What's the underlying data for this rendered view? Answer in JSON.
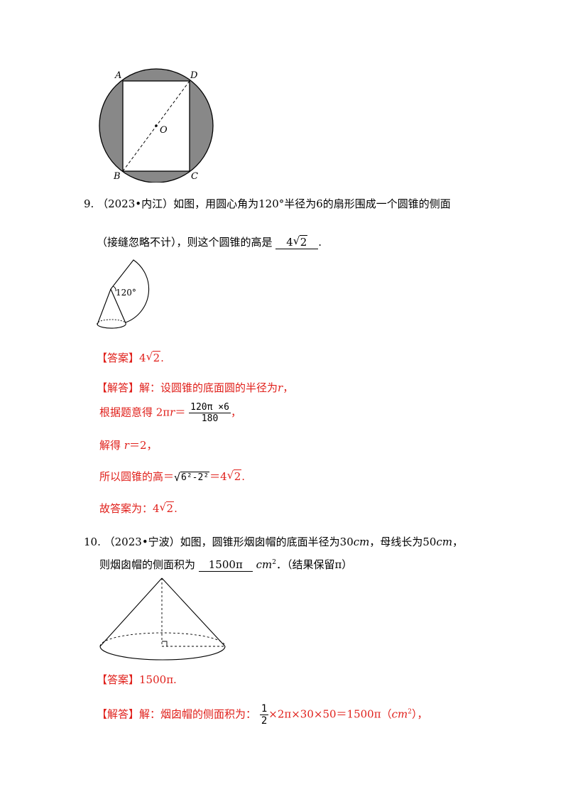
{
  "fig8": {
    "label_a": "A",
    "label_b": "B",
    "label_c": "C",
    "label_d": "D",
    "label_o": "O"
  },
  "q9": {
    "number": "9.",
    "source": "（2023•内江）",
    "text1": "如图，用圆心角为120°半径为6的扇形围成一个圆锥的侧面",
    "text2": "（接缝忽略不计），则这个圆锥的高是",
    "answer_coef": "4",
    "answer_rad": "2",
    "end": ".",
    "fig_angle": "120°",
    "ans_tag": "【答案】",
    "ans_val_coef": "4",
    "ans_val_rad": "2",
    "ans_end": ".",
    "sol_tag": "【解答】",
    "sol_l1": "解：设圆锥的底面圆的半径为",
    "sol_l1_var": "r",
    "sol_l1_end": "，",
    "sol_l2_pre": "根据题意得 2π",
    "sol_l2_var": "r",
    "sol_l2_eq": "＝",
    "sol_l2_num": "120π ×6",
    "sol_l2_den": "180",
    "sol_l2_end": "，",
    "sol_l3_pre": "解得",
    "sol_l3_var": "r",
    "sol_l3_rest": "＝2，",
    "sol_l4_pre": "所以圆锥的高＝",
    "sol_l4_rad": "6²-2²",
    "sol_l4_eq": "＝4",
    "sol_l4_rad2": "2",
    "sol_l4_end": ".",
    "sol_l5_pre": "故答案为：4",
    "sol_l5_rad": "2",
    "sol_l5_end": "."
  },
  "q10": {
    "number": "10.",
    "source": "（2023•宁波）",
    "text1": "如图，圆锥形烟囱帽的底面半径为30",
    "unit1": "cm",
    "text1b": "，母线长为50",
    "unit2": "cm",
    "text1c": "，",
    "text2": "则烟囱帽的侧面积为",
    "answer": "1500π",
    "unit3": "cm",
    "text2b": "．（结果保留π）",
    "ans_tag": "【答案】",
    "ans_val": "1500π.",
    "sol_tag": "【解答】",
    "sol_pre": "解：烟囱帽的侧面积为：",
    "sol_num": "1",
    "sol_den": "2",
    "sol_rest": "×2π×30×50＝1500π（",
    "sol_unit": "cm",
    "sol_end": "），"
  }
}
